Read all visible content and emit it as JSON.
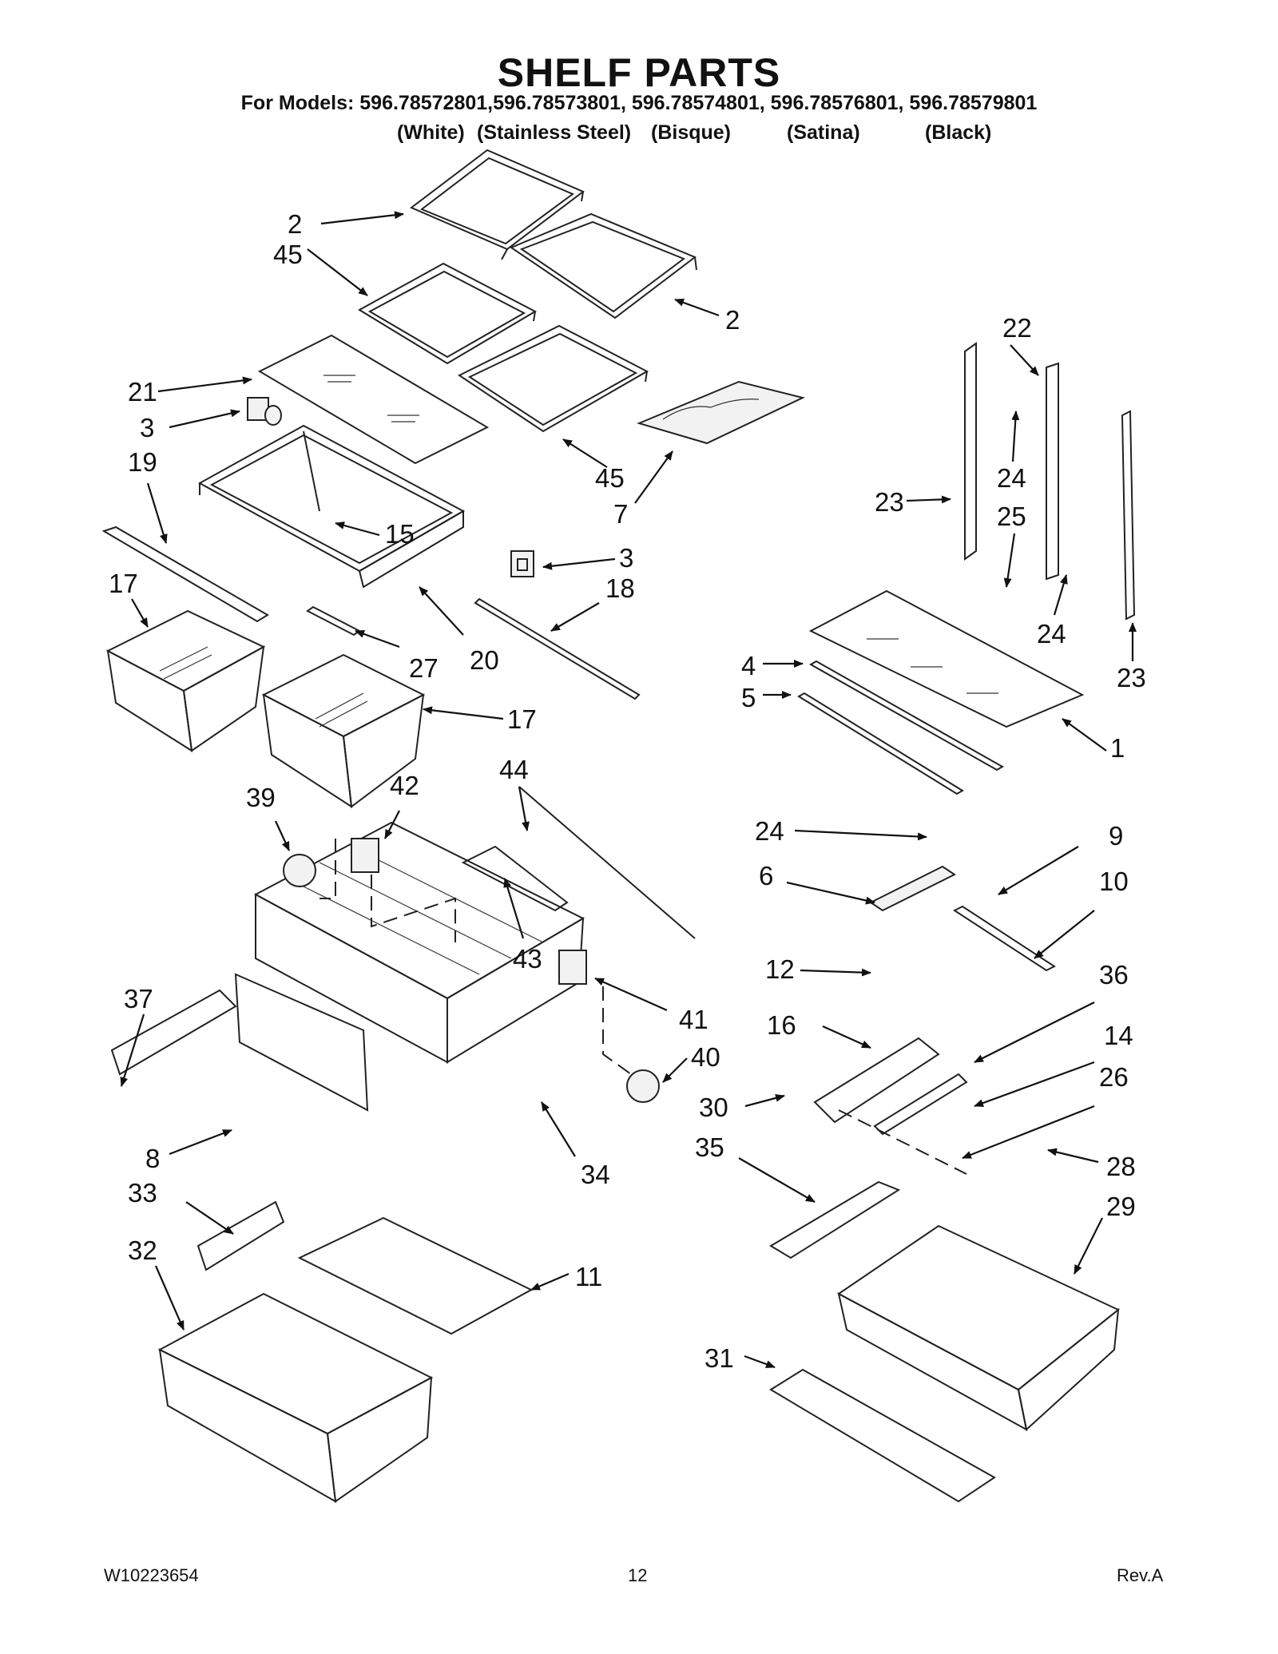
{
  "header": {
    "title": "SHELF PARTS",
    "models_line": "For Models: 596.78572801,596.78573801, 596.78574801, 596.78576801, 596.78579801",
    "finishes": [
      "(White)",
      "(Stainless Steel)",
      "(Bisque)",
      "(Satina)",
      "(Black)"
    ]
  },
  "callouts": [
    "2",
    "45",
    "2",
    "21",
    "3",
    "19",
    "15",
    "45",
    "7",
    "3",
    "17",
    "27",
    "20",
    "18",
    "17",
    "39",
    "42",
    "44",
    "43",
    "41",
    "37",
    "40",
    "8",
    "34",
    "33",
    "32",
    "11",
    "22",
    "23",
    "24",
    "25",
    "24",
    "23",
    "4",
    "5",
    "1",
    "24",
    "9",
    "6",
    "10",
    "12",
    "36",
    "16",
    "14",
    "30",
    "26",
    "35",
    "28",
    "29",
    "31"
  ],
  "footer": {
    "doc_number": "W10223654",
    "page_number": "12",
    "revision": "Rev.A"
  }
}
